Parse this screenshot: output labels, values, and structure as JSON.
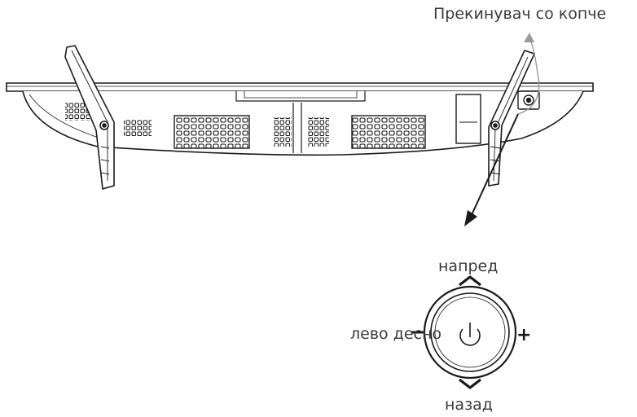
{
  "labels": {
    "power_switch": "Прекинувач со копче",
    "forward": "напред",
    "left_right": "лево десно",
    "back": "назад",
    "minus_symbol": "−",
    "plus_symbol": "+"
  },
  "icons": {
    "joystick_center": "power-icon",
    "forward_arrow": "chevron-up-icon",
    "back_arrow": "chevron-down-icon"
  },
  "colors": {
    "line": "#1a1a1a",
    "arrow_curve": "#999999"
  }
}
